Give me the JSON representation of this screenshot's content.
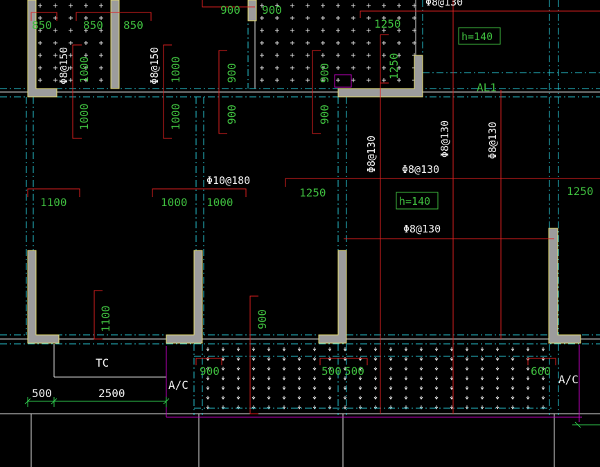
{
  "labels": {
    "lab_850_a": "850",
    "lab_850_b": "850",
    "lab_850_c": "850",
    "lab_900_top_a": "900",
    "lab_900_top_b": "900",
    "lab_1250_top": "1250",
    "lab_h140_a": "h=140",
    "lab_h140_b": "h=140",
    "lab_AL1": "AL1",
    "lab_1000_v1": "1000",
    "lab_1000_v2": "1000",
    "lab_1000_v3": "1000",
    "lab_1000_v4": "1000",
    "lab_900_v1": "900",
    "lab_900_v2": "900",
    "lab_900_v3": "900",
    "lab_900_v4": "900",
    "lab_1250_v": "1250",
    "lab_1100_a": "1100",
    "lab_1000_h1": "1000",
    "lab_1000_h2": "1000",
    "lab_1250_mid": "1250",
    "lab_1250_right": "1250",
    "lab_1100_v": "1100",
    "lab_900_bottom_v": "900",
    "lab_900_b": "900",
    "lab_500_b1": "500",
    "lab_500_b2": "500",
    "lab_600": "600",
    "lab_500_dim": "500",
    "lab_2500_dim": "2500",
    "lab_TC": "TC",
    "lab_AC_a": "A/C",
    "lab_AC_b": "A/C",
    "rebar_a": "Φ8@150",
    "rebar_b": "Φ8@150",
    "rebar_c": "Φ8@130",
    "rebar_d": "Φ8@130",
    "rebar_e": "Φ8@130",
    "rebar_f": "Φ8@130",
    "rebar_g": "Φ10@180",
    "rebar_h": "Φ8@130",
    "rebar_top": "Φ8@130"
  },
  "colors": {
    "background": "#000000",
    "dimension_text": "#3fbf3f",
    "rebar_text": "#f2f2f2",
    "rebar_lines": "#e02020",
    "axis_lines": "#27c8d6",
    "walls": "#9c9c9c",
    "wall_outline": "#e8e070",
    "magenta": "#c400c4"
  }
}
